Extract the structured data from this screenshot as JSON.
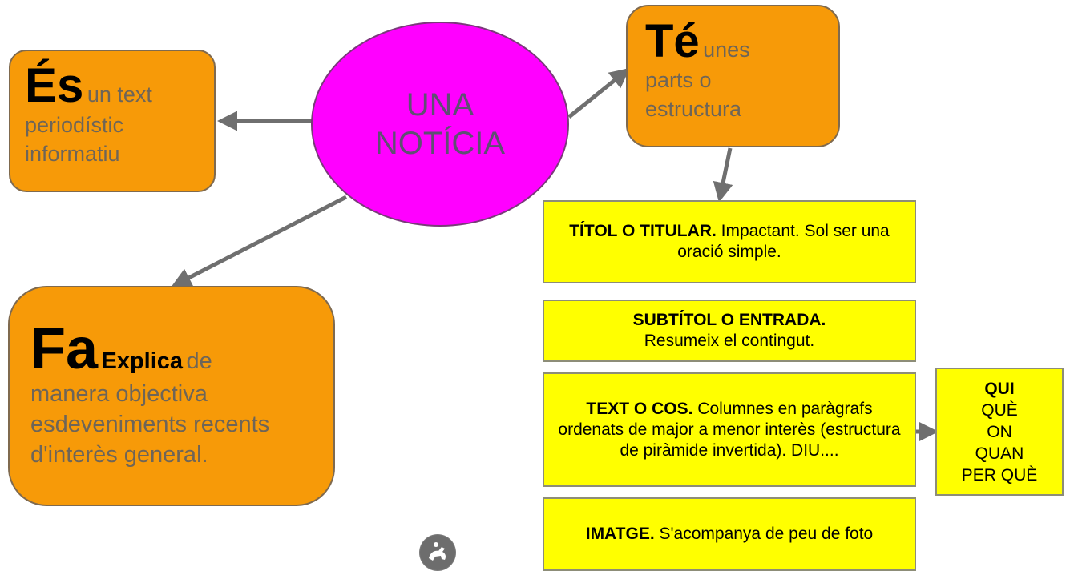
{
  "center": {
    "line1": "UNA",
    "line2": "NOTÍCIA"
  },
  "es_box": {
    "big": "És",
    "rest_inline": "un text",
    "line2": "periodístic",
    "line3": "informatiu"
  },
  "te_box": {
    "big": "Té",
    "rest_inline": "unes",
    "line2": "parts o",
    "line3": "estructura"
  },
  "fa_box": {
    "big": "Fa",
    "bold": "Explica",
    "rest_inline": "de",
    "line2": "manera objectiva",
    "line3": "esdeveniments recents",
    "line4": "d'interès general."
  },
  "parts": [
    {
      "title": "TÍTOL O TITULAR.",
      "text": "Impactant. Sol ser una oració simple."
    },
    {
      "title": "SUBTÍTOL O ENTRADA.",
      "text": "Resumeix el contingut."
    },
    {
      "title": "TEXT O COS.",
      "text": "Columnes en paràgrafs ordenats de major a menor interès (estructura de piràmide invertida). DIU...."
    },
    {
      "title": "IMATGE.",
      "text": "S'acompanya de peu de foto"
    }
  ],
  "questions": {
    "first": "QUI",
    "others": [
      "QUÈ",
      "ON",
      "QUAN",
      "PER QUÈ"
    ]
  },
  "colors": {
    "orange": "#f79a08",
    "magenta": "#ff00ff",
    "yellow": "#ffff00",
    "arrow": "#6f6f6f"
  },
  "icons": {
    "logo": "horse-rider-logo-icon"
  }
}
